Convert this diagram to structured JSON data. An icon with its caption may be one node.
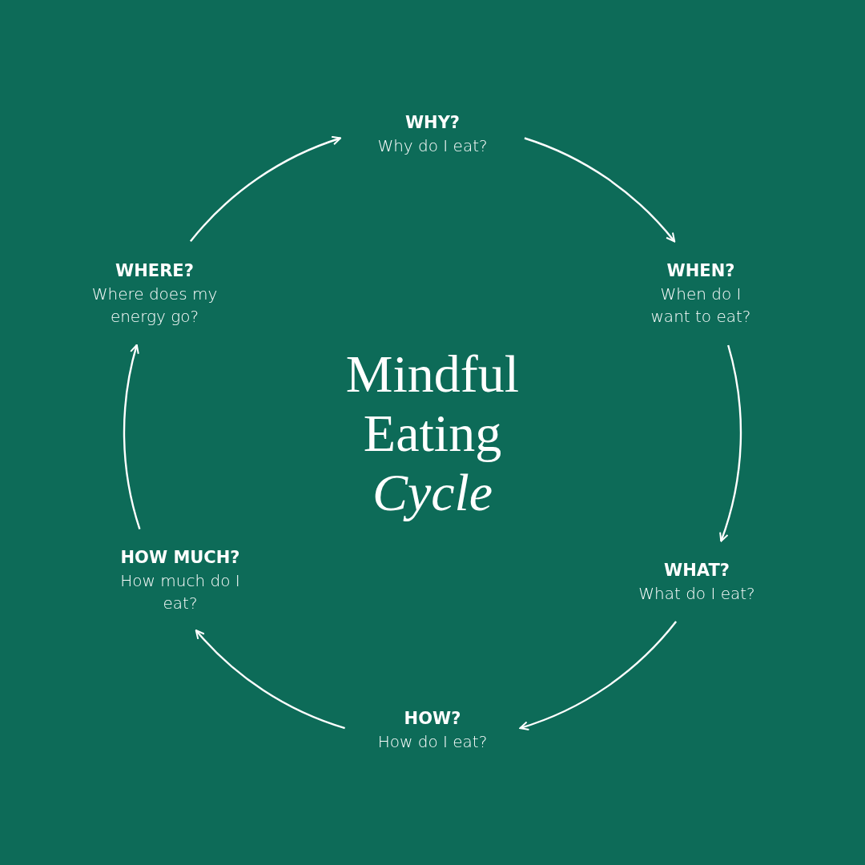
{
  "diagram": {
    "title": "Mindful Eating *Cycle*",
    "nodes": [
      {
        "text": [
          "WHY?",
          "Why do I eat?"
        ]
      },
      {
        "text": [
          "WHEN?",
          "When do I want to eat?"
        ]
      },
      {
        "text": [
          "WHAT?",
          "What do I eat?"
        ]
      },
      {
        "text": [
          "HOW?",
          "How do I eat?"
        ]
      },
      {
        "text": [
          "HOW MUCH?",
          "How much do I eat?"
        ]
      },
      {
        "text": [
          "WHERE?",
          "Where does my energy go?"
        ]
      }
    ],
    "edges": [
      {
        "from": 0,
        "to": 1,
        "arrow": "to"
      },
      {
        "from": 1,
        "to": 2,
        "arrow": "to"
      },
      {
        "from": 2,
        "to": 3,
        "arrow": "to"
      },
      {
        "from": 3,
        "to": 4,
        "arrow": "to"
      },
      {
        "from": 4,
        "to": 5,
        "arrow": "to"
      },
      {
        "from": 5,
        "to": 0,
        "arrow": "to"
      }
    ]
  }
}
